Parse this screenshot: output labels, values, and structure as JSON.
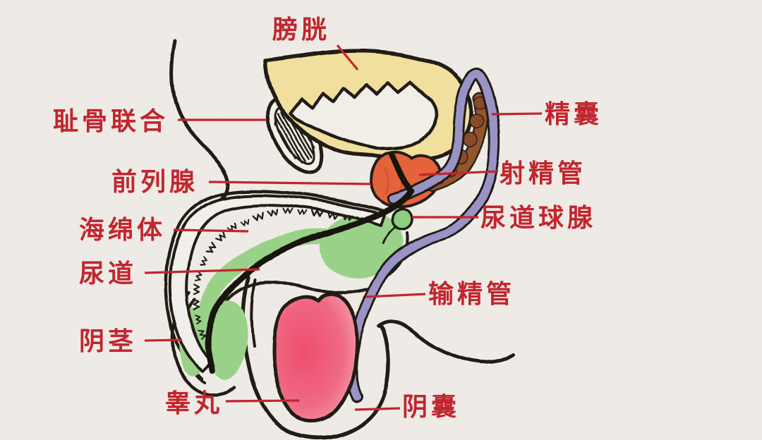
{
  "figure": {
    "labels": {
      "bladder": "膀胱",
      "pubic_symphysis": "耻骨联合",
      "prostate": "前列腺",
      "corpus_cavernosum": "海绵体",
      "urethra": "尿道",
      "penis": "阴茎",
      "testis": "睾丸",
      "seminal_vesicle": "精囊",
      "ejaculatory_duct": "射精管",
      "bulbourethral_gland": "尿道球腺",
      "vas_deferens": "输精管",
      "scrotum": "阴囊"
    },
    "colors": {
      "label_red": "#c2252e",
      "ink_black": "#211d18",
      "bladder_yellow": "#f1df9e",
      "prostate_orange": "#e5633a",
      "seminal_vesicle_brown": "#91502a",
      "duct_purple": "#9a93c6",
      "spongiosum_green": "#9ad189",
      "testis_pink": "#ec5f7b",
      "paper": "#f0ede8"
    }
  }
}
